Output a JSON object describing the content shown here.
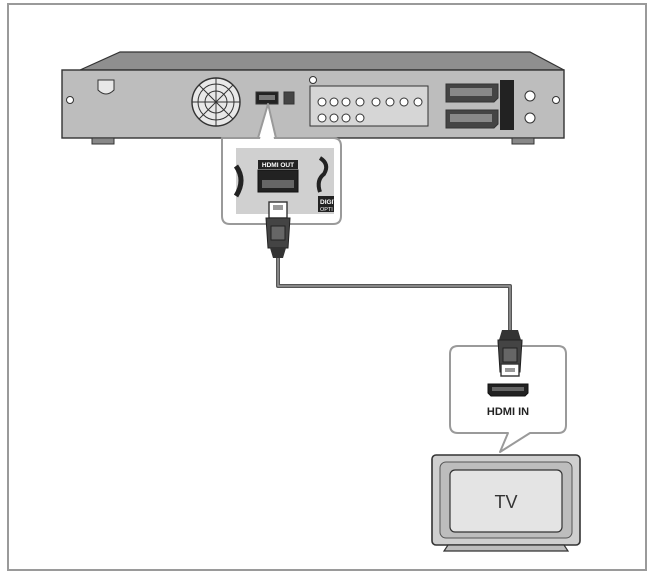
{
  "figure": {
    "frame_color": "#9a9a9a",
    "outline_color": "#333333",
    "device_fill": "#bdbdbd",
    "device_top_fill": "#8f8f8f",
    "callout_fill": "#ffffff",
    "callout_border": "#9a9a9a",
    "cable_color": "#555555",
    "tv_bezel": "#cfcfcf",
    "tv_screen": "#e4e4e4"
  },
  "labels": {
    "recorder_port": "HDMI OUT",
    "recorder_adjacent": "DIGIT",
    "recorder_adjacent_2": "OPTI",
    "tv_port": "HDMI IN",
    "tv": "TV"
  },
  "icons": {
    "cooling_fan": "fan-grille-icon",
    "hdmi_plug": "hdmi-plug-icon",
    "hdmi_port": "hdmi-port-icon"
  }
}
